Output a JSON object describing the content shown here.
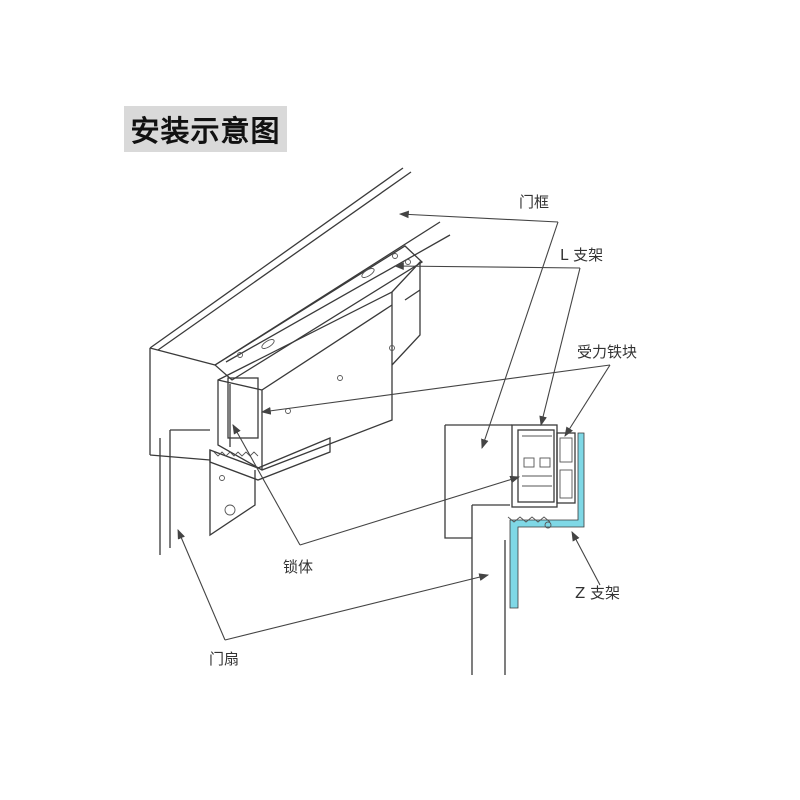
{
  "title": "安装示意图",
  "labels": {
    "door_frame": "门框",
    "l_bracket": "L 支架",
    "armature_plate": "受力铁块",
    "lock_body": "锁体",
    "z_bracket": "Z 支架",
    "door_leaf": "门扇"
  },
  "colors": {
    "z_bracket": "#7fd8e6",
    "title_background": "#d9d9d9",
    "line": "#3a3a3a"
  }
}
